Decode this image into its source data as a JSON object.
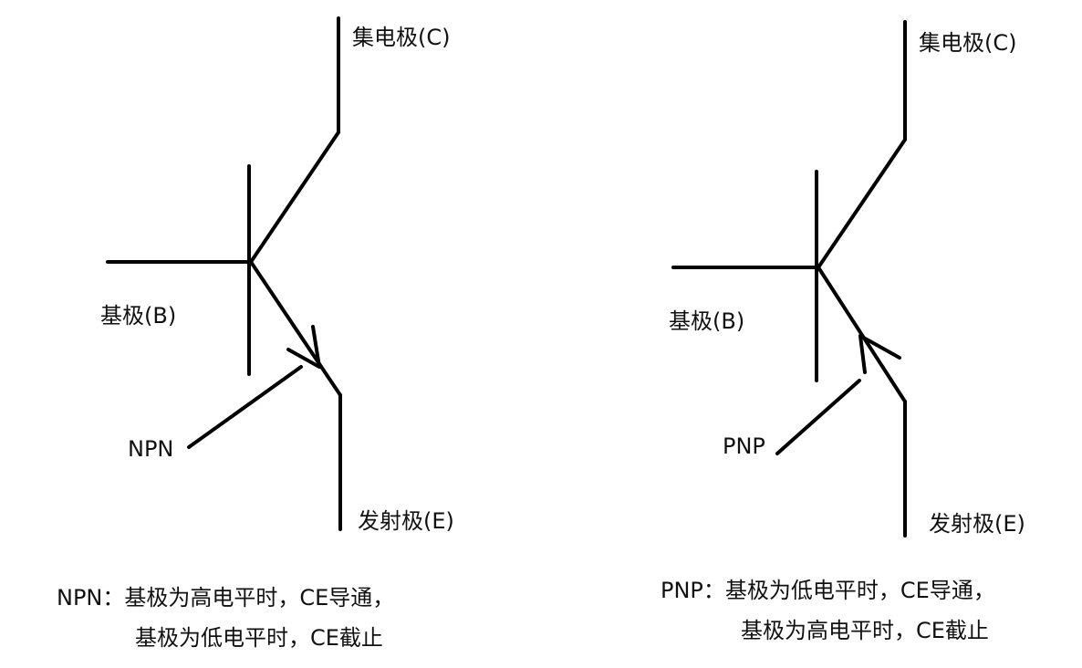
{
  "npn": {
    "collector_label": "集电极(C)",
    "base_label": "基极(B)",
    "emitter_label": "发射极(E)",
    "type_label": "NPN",
    "note_line1": "NPN：基极为高电平时，CE导通，",
    "note_line2": "基极为低电平时，CE截止"
  },
  "pnp": {
    "collector_label": "集电极(C)",
    "base_label": "基极(B)",
    "emitter_label": "发射极(E)",
    "type_label": "PNP",
    "note_line1": "PNP：基极为低电平时，CE导通，",
    "note_line2": "基极为高电平时，CE截止"
  },
  "colors": {
    "stroke": "#000000",
    "background": "#ffffff"
  }
}
